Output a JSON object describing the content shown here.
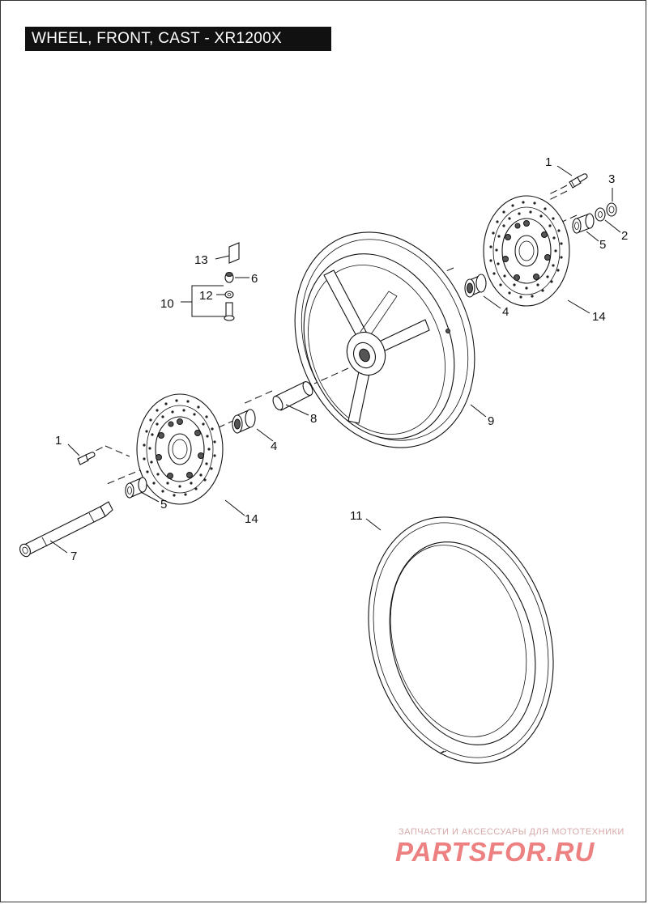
{
  "title": "WHEEL, FRONT, CAST - XR1200X",
  "callouts": [
    "1",
    "3",
    "2",
    "5",
    "14",
    "4",
    "13",
    "6",
    "12",
    "10",
    "8",
    "9",
    "1",
    "4",
    "5",
    "14",
    "7",
    "11"
  ],
  "watermark": {
    "tagline": "ЗАПЧАСТИ И АКСЕССУАРЫ ДЛЯ МОТОТЕХНИКИ",
    "logo": "PARTSFOR.RU"
  },
  "colors": {
    "line": "#111111",
    "title_bg": "#111111",
    "title_fg": "#ffffff",
    "watermark": "#ea6a6a"
  }
}
